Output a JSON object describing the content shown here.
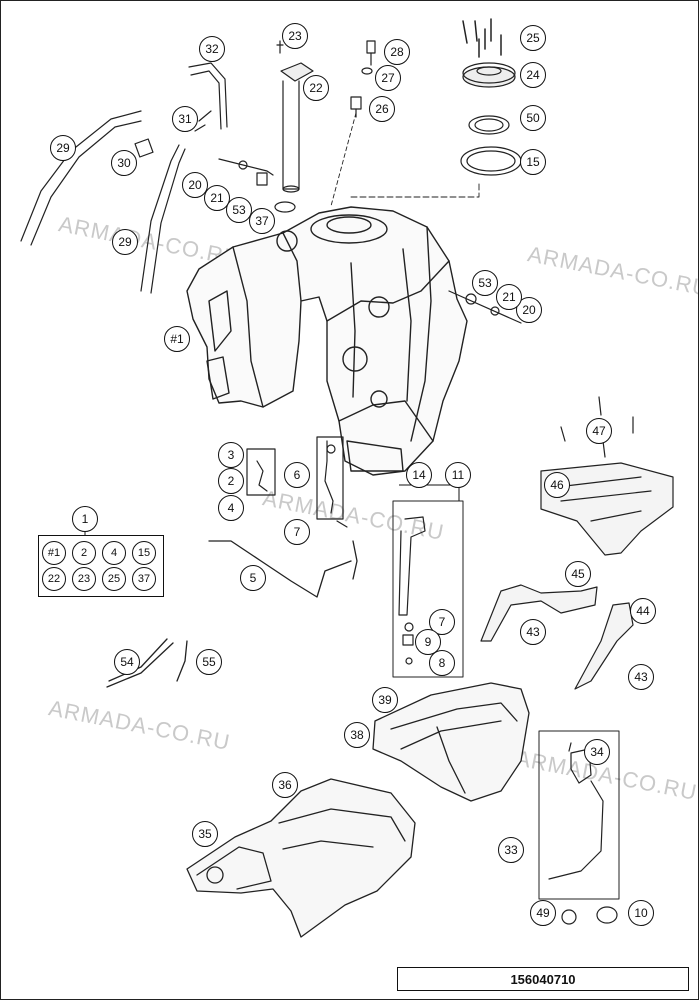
{
  "watermark": "ARMADA-CO.RU",
  "reference_number": "156040710",
  "kit": {
    "label": "1",
    "items": [
      "#1",
      "2",
      "4",
      "15",
      "22",
      "23",
      "25",
      "37"
    ]
  },
  "callouts": [
    "#1",
    "2",
    "3",
    "4",
    "5",
    "6",
    "7",
    "7",
    "8",
    "9",
    "10",
    "11",
    "15",
    "20",
    "20",
    "21",
    "21",
    "22",
    "23",
    "24",
    "25",
    "26",
    "27",
    "28",
    "29",
    "29",
    "30",
    "31",
    "32",
    "33",
    "34",
    "35",
    "36",
    "37",
    "38",
    "39",
    "43",
    "43",
    "44",
    "45",
    "46",
    "47",
    "49",
    "50",
    "53",
    "53",
    "54",
    "55"
  ]
}
